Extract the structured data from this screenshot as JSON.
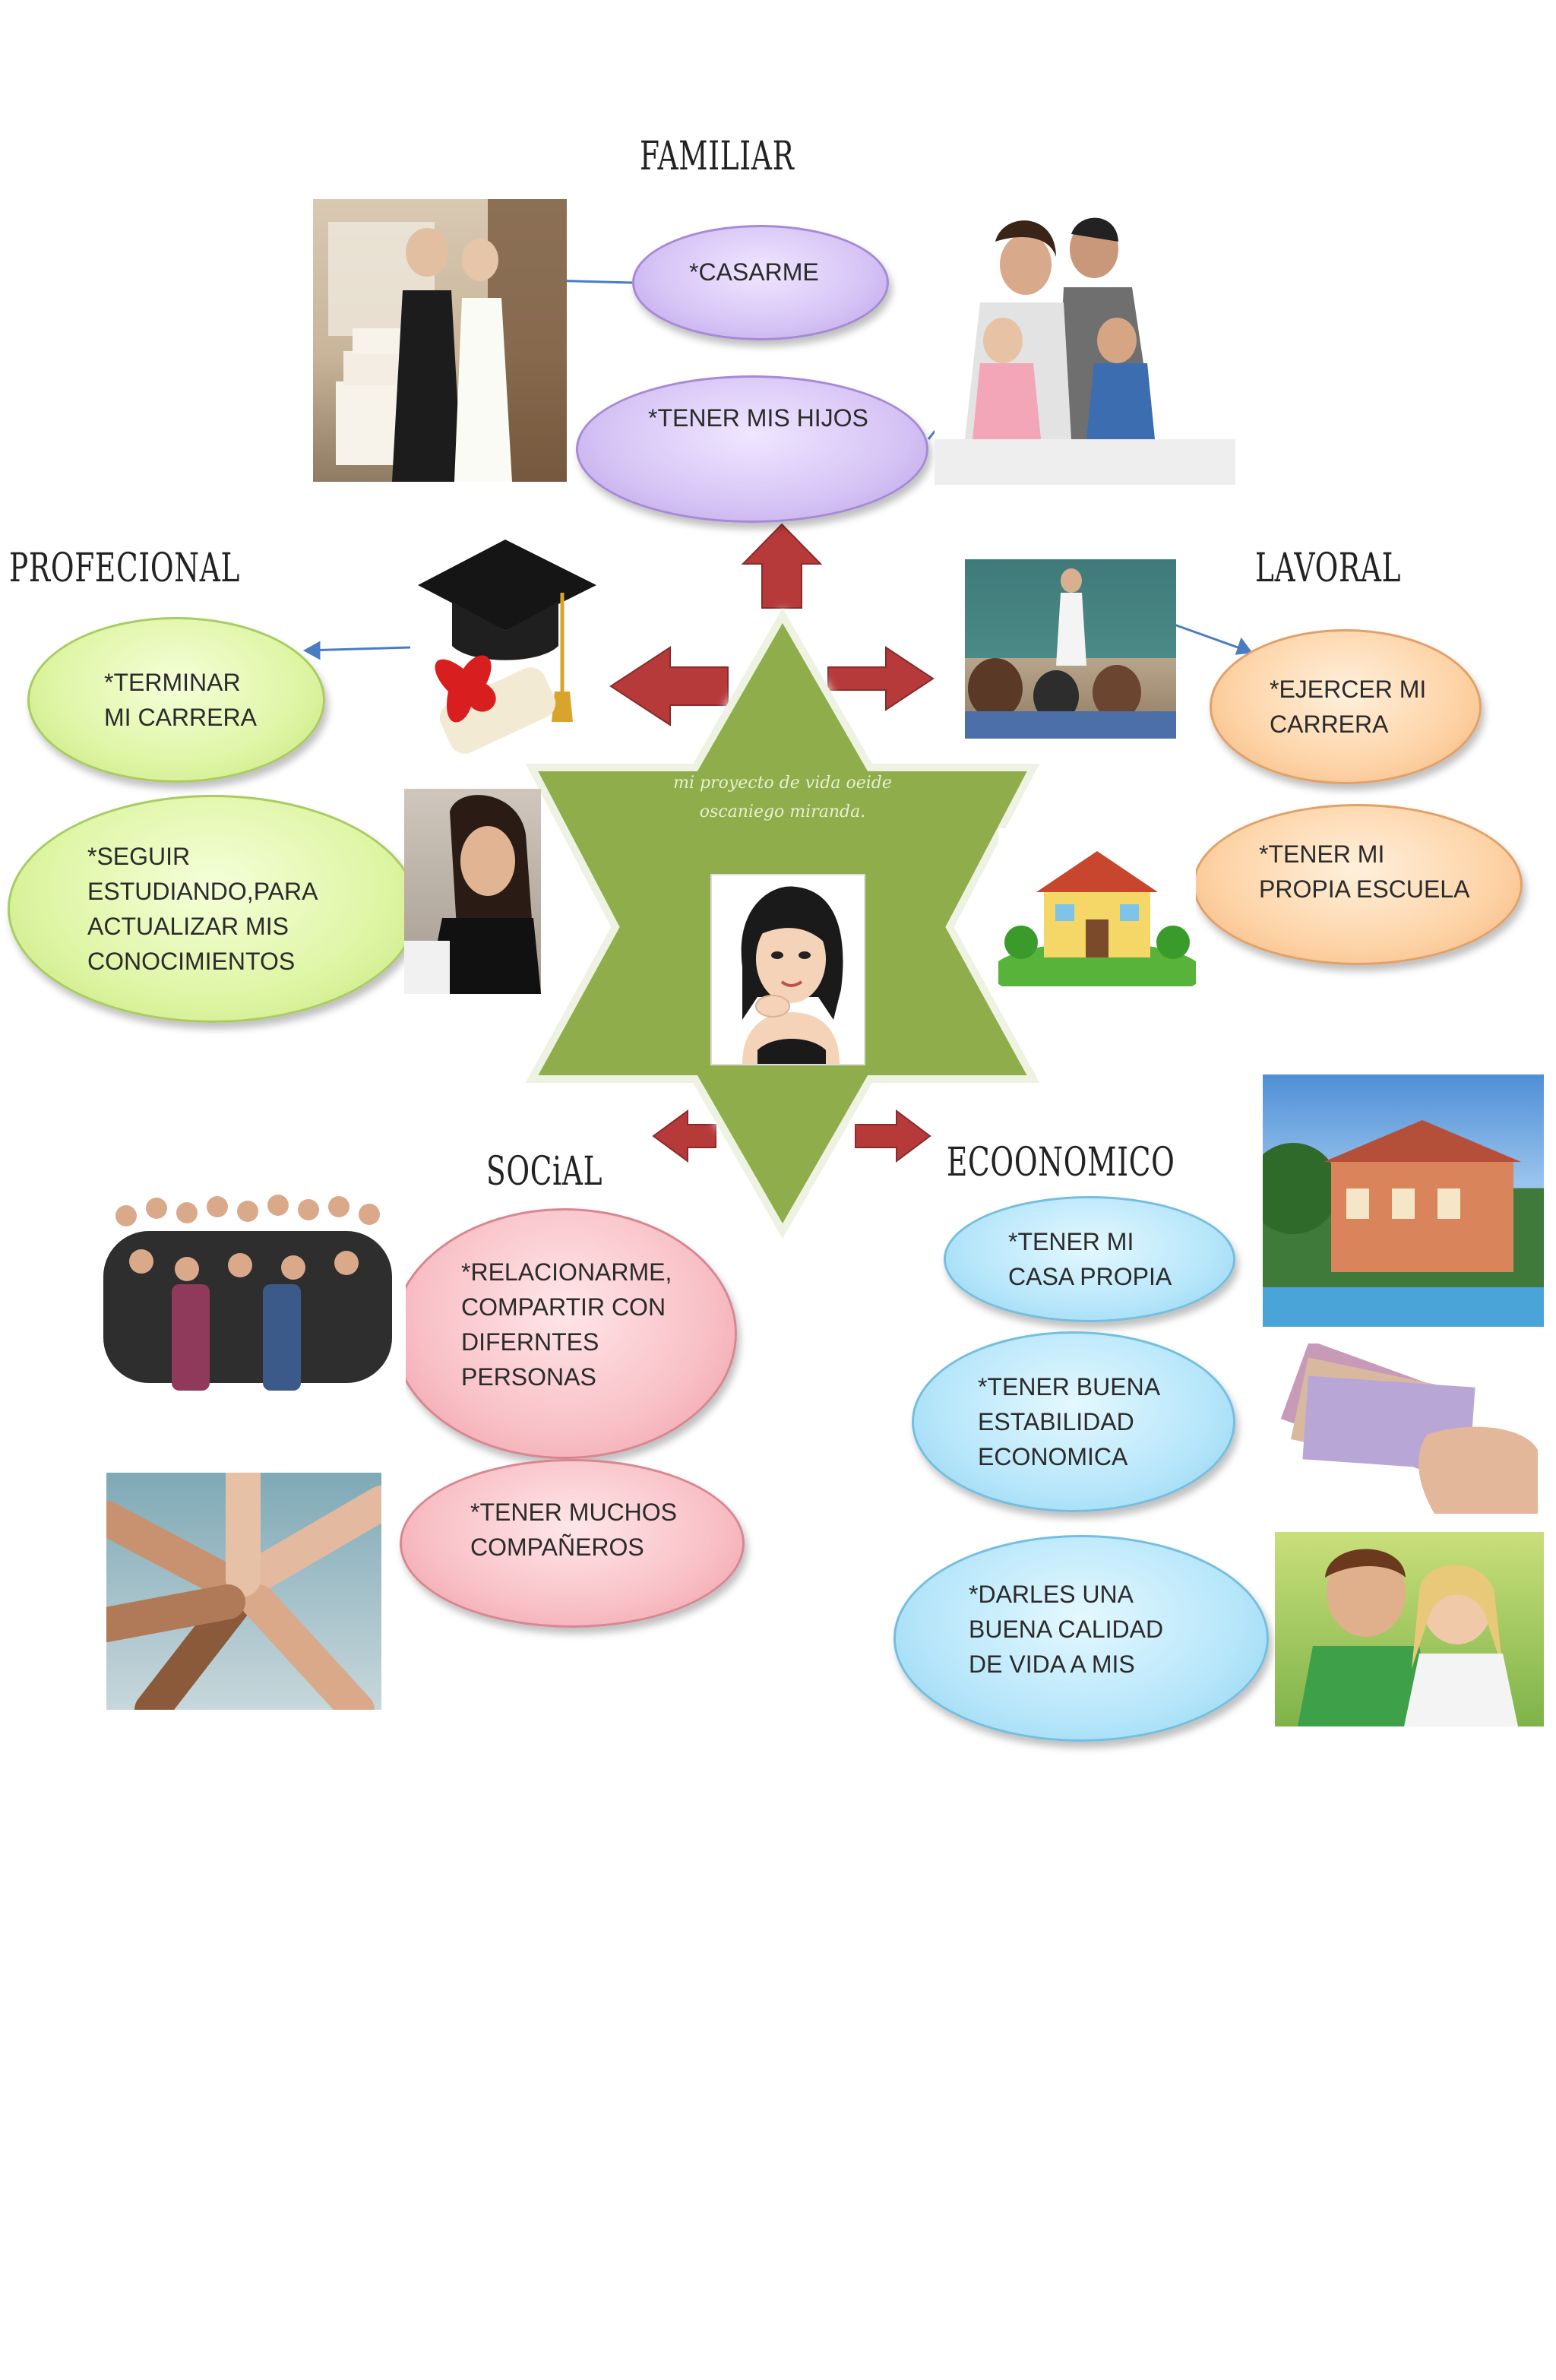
{
  "center": {
    "title": "mi proyecto de vida oeide oscaniego miranda."
  },
  "categories": {
    "familiar": "FAMILIAR",
    "profecional": "PROFECIONAL",
    "lavoral": "LAVORAL",
    "social": "SOCiAL",
    "economico": "ECOONOMICO"
  },
  "goals": {
    "casarme": "*CASARME",
    "hijos": "*TENER MIS HIJOS",
    "terminar": "*TERMINAR\nMI CARRERA",
    "seguir": "*SEGUIR\nESTUDIANDO,PARA\nACTUALIZAR MIS\nCONOCIMIENTOS",
    "ejercer": "*EJERCER MI\nCARRERA",
    "escuela": "*TENER MI\nPROPIA ESCUELA",
    "relacionarme": "*RELACIONARME,\nCOMPARTIR CON\nDIFERNTES\nPERSONAS",
    "companeros": "*TENER MUCHOS\nCOMPAÑEROS",
    "casa": "*TENER MI\nCASA PROPIA",
    "estabilidad": "*TENER BUENA\nESTABILIDAD\nECONOMICA",
    "calidad": "*DARLES UNA\nBUENA CALIDAD\nDE VIDA A MIS"
  },
  "colors": {
    "star": "#8fad4c",
    "arrow": "#b73a3a",
    "connector": "#4a7cc4"
  },
  "images": [
    "wedding-photo",
    "family-photo",
    "graduation-cap-icon",
    "student-photo",
    "classroom-photo",
    "school-icon",
    "woman-portrait",
    "crowd-photo",
    "hands-together-photo",
    "house-photo",
    "money-photo",
    "children-photo"
  ]
}
